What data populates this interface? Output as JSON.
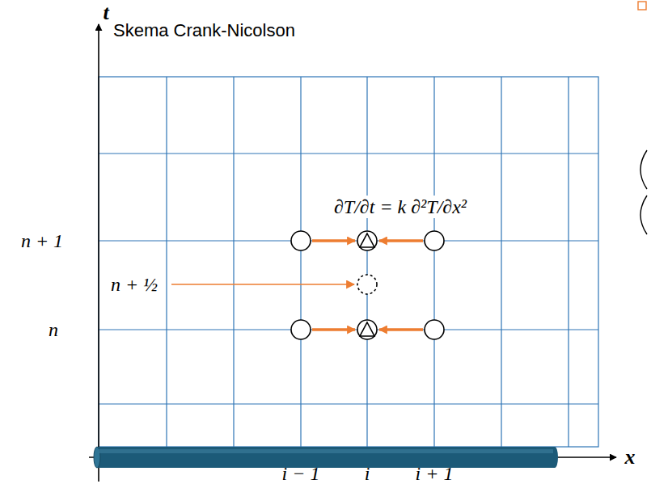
{
  "diagram": {
    "title": "Skema Crank-Nicolson",
    "labels": [
      "t",
      "∂T/∂t = k ∂²T/∂x²",
      "n + 1",
      "n + ½",
      "n",
      "i − 1",
      "i",
      "i + 1",
      "x"
    ]
  }
}
